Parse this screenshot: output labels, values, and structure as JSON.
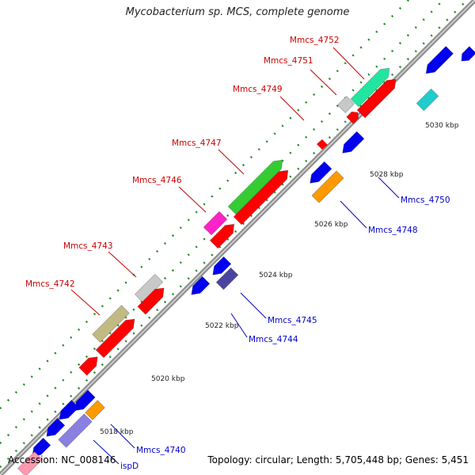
{
  "title": "Mycobacterium sp. MCS, complete genome",
  "footer": {
    "accession": "Accession: NC_008146",
    "topology": "Topology: circular; Length: 5,705,448 bp; Genes: 5,451"
  },
  "colors": {
    "backbone": "#8f8f8f",
    "tick": "#228b22",
    "forward_label": "#cc0000",
    "reverse_label": "#0000cc",
    "pos_label": "#222222"
  },
  "positions": [
    "5018 kbp",
    "5020 kbp",
    "5022 kbp",
    "5024 kbp",
    "5026 kbp",
    "5028 kbp",
    "5030 kbp"
  ],
  "labels": [
    {
      "text": "Mmcs_4752",
      "strand": "forward"
    },
    {
      "text": "Mmcs_4751",
      "strand": "forward"
    },
    {
      "text": "Mmcs_4749",
      "strand": "forward"
    },
    {
      "text": "Mmcs_4747",
      "strand": "forward"
    },
    {
      "text": "Mmcs_4746",
      "strand": "forward"
    },
    {
      "text": "Mmcs_4743",
      "strand": "forward"
    },
    {
      "text": "Mmcs_4742",
      "strand": "forward"
    },
    {
      "text": "Mmcs_4750",
      "strand": "reverse"
    },
    {
      "text": "Mmcs_4748",
      "strand": "reverse"
    },
    {
      "text": "Mmcs_4745",
      "strand": "reverse"
    },
    {
      "text": "Mmcs_4744",
      "strand": "reverse"
    },
    {
      "text": "Mmcs_4740",
      "strand": "reverse"
    },
    {
      "text": "ispD",
      "strand": "reverse"
    }
  ],
  "feature_colors": {
    "red": "#ff0000",
    "green": "#33cc33",
    "mint": "#22e5a0",
    "magenta": "#ff22c8",
    "gray": "#c8c8c8",
    "olive": "#c2ba82",
    "blue": "#0000ee",
    "navy": "#4a44a0",
    "orange": "#ff9900",
    "cyan": "#20cccc",
    "lavender": "#8a80e0",
    "pink": "#ff99b0"
  }
}
